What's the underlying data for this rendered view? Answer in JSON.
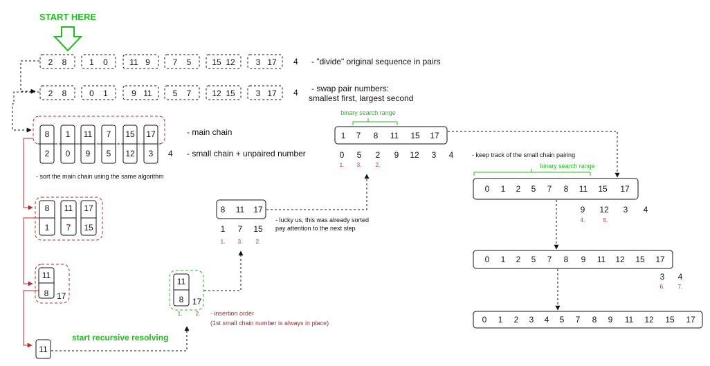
{
  "start_label": "START HERE",
  "row1": {
    "pairs": [
      [
        "2",
        "8"
      ],
      [
        "1",
        "0"
      ],
      [
        "11",
        "9"
      ],
      [
        "7",
        "5"
      ],
      [
        "15",
        "12"
      ],
      [
        "3",
        "17"
      ]
    ],
    "extra": "4",
    "note": "- \"divide\" original sequence in pairs"
  },
  "row2": {
    "pairs": [
      [
        "2",
        "8"
      ],
      [
        "0",
        "1"
      ],
      [
        "9",
        "11"
      ],
      [
        "5",
        "7"
      ],
      [
        "12",
        "15"
      ],
      [
        "3",
        "17"
      ]
    ],
    "extra": "4",
    "note_line1": "- swap pair numbers:",
    "note_line2": "smallest first, largest second"
  },
  "chains": {
    "main": [
      "8",
      "1",
      "11",
      "7",
      "15",
      "17"
    ],
    "small": [
      "2",
      "0",
      "9",
      "5",
      "12",
      "3"
    ],
    "extra": "4",
    "main_label": "- main chain",
    "small_label": "- small chain + unpaired number",
    "sort_note": "- sort the main chain using the same algorithm"
  },
  "level2": {
    "main": [
      "8",
      "11",
      "17"
    ],
    "small": [
      "1",
      "7",
      "15"
    ]
  },
  "level3": {
    "main": "11",
    "small": "8",
    "extra": "17"
  },
  "level4": {
    "value": "11",
    "label": "start recursive resolving"
  },
  "resolved1": {
    "main": "11",
    "small": "8",
    "extra": "17",
    "order": [
      "1.",
      "2."
    ],
    "note_line1": "- insertion order",
    "note_line2": "(1st small chain number is always in place)"
  },
  "resolved2": {
    "main": [
      "8",
      "11",
      "17"
    ],
    "pend": [
      "1",
      "7",
      "15"
    ],
    "order": [
      "1.",
      "3.",
      "2."
    ],
    "note_line1": "- lucky us, this was already sorted",
    "note_line2": "pay attention to the next step"
  },
  "resolved3": {
    "range_label": "binary search range",
    "main": [
      "1",
      "7",
      "8",
      "11",
      "15",
      "17"
    ],
    "pend": [
      "0",
      "5",
      "2",
      "9",
      "12",
      "3",
      "4"
    ],
    "order": [
      "1.",
      "3.",
      "2."
    ],
    "note": "- keep track of the small chain pairing"
  },
  "resolved4": {
    "range_label": "binary search range",
    "main": [
      "0",
      "1",
      "2",
      "5",
      "7",
      "8",
      "11",
      "15",
      "17"
    ],
    "pend": [
      "9",
      "12",
      "3",
      "4"
    ],
    "order": [
      "4.",
      "5."
    ]
  },
  "resolved5": {
    "main": [
      "0",
      "1",
      "2",
      "5",
      "7",
      "8",
      "9",
      "11",
      "12",
      "15",
      "17"
    ],
    "pend": [
      "3",
      "4"
    ],
    "order": [
      "6.",
      "7."
    ]
  },
  "final": [
    "0",
    "1",
    "2",
    "3",
    "4",
    "5",
    "7",
    "8",
    "9",
    "11",
    "12",
    "15",
    "17"
  ],
  "colors": {
    "red": "#c0282c",
    "green": "#22bb22",
    "text": "#111111"
  }
}
